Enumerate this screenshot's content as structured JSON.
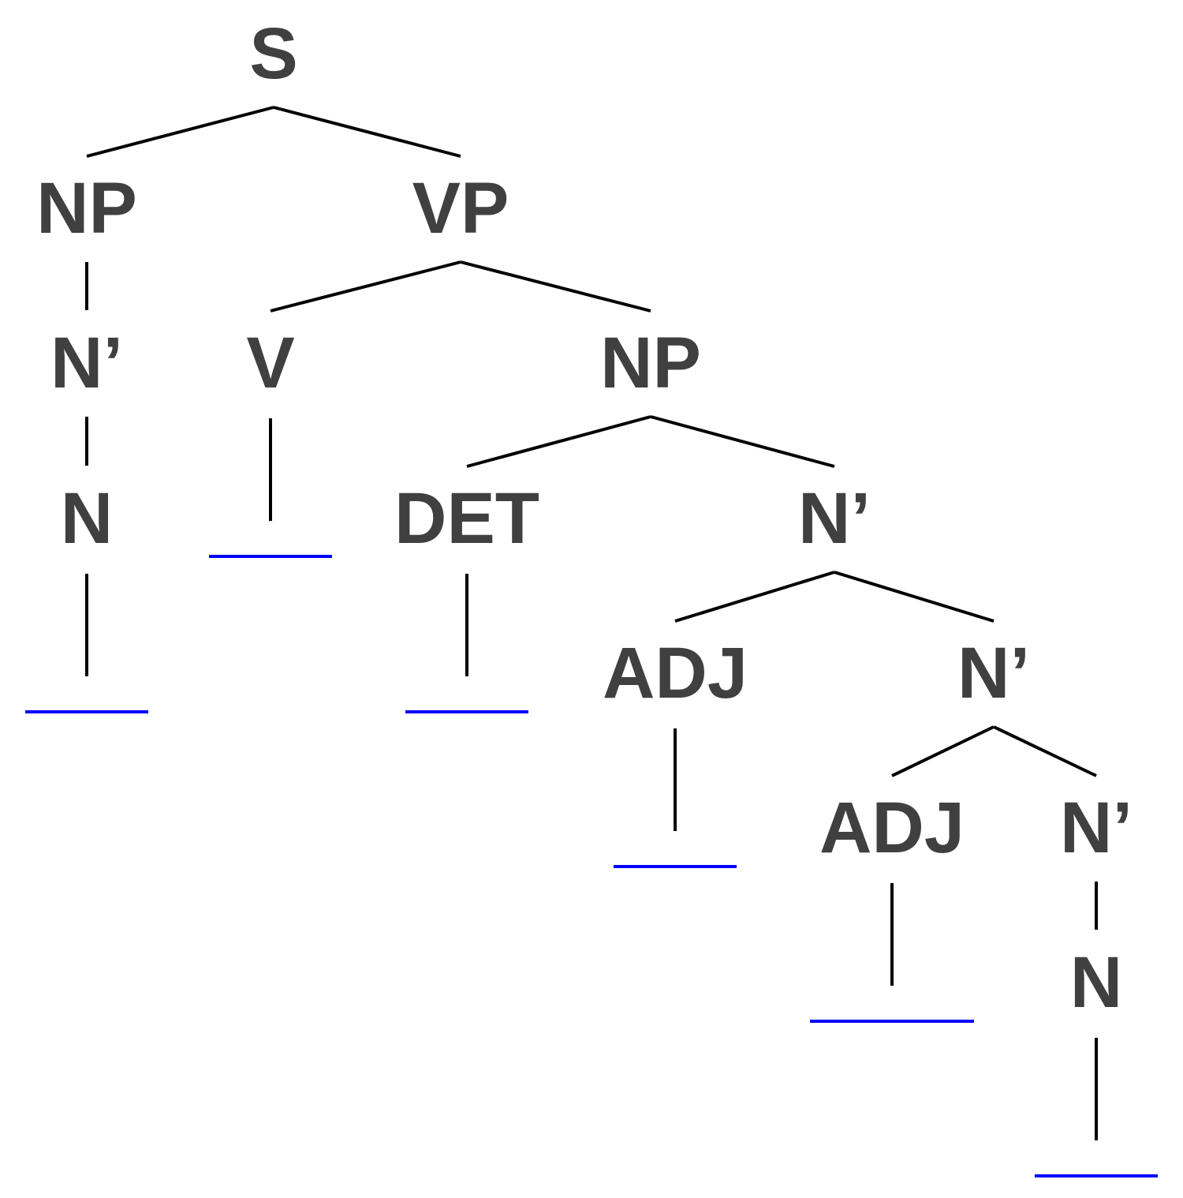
{
  "colors": {
    "label": "#404040",
    "edge": "#000000",
    "blank": "#0000ff"
  },
  "tree": {
    "nodes": [
      {
        "id": "s",
        "label": "S"
      },
      {
        "id": "np1",
        "label": "NP"
      },
      {
        "id": "vp",
        "label": "VP"
      },
      {
        "id": "nbar1",
        "label": "N’"
      },
      {
        "id": "v",
        "label": "V"
      },
      {
        "id": "np2",
        "label": "NP"
      },
      {
        "id": "n1",
        "label": "N"
      },
      {
        "id": "det",
        "label": "DET"
      },
      {
        "id": "nbar2",
        "label": "N’"
      },
      {
        "id": "adj1",
        "label": "ADJ"
      },
      {
        "id": "nbar3",
        "label": "N’"
      },
      {
        "id": "adj2",
        "label": "ADJ"
      },
      {
        "id": "nbar4",
        "label": "N’"
      },
      {
        "id": "n2",
        "label": "N"
      }
    ],
    "edges": [
      [
        "s",
        "np1"
      ],
      [
        "s",
        "vp"
      ],
      [
        "np1",
        "nbar1"
      ],
      [
        "nbar1",
        "n1"
      ],
      [
        "vp",
        "v"
      ],
      [
        "vp",
        "np2"
      ],
      [
        "np2",
        "det"
      ],
      [
        "np2",
        "nbar2"
      ],
      [
        "nbar2",
        "adj1"
      ],
      [
        "nbar2",
        "nbar3"
      ],
      [
        "nbar3",
        "adj2"
      ],
      [
        "nbar3",
        "nbar4"
      ],
      [
        "nbar4",
        "n2"
      ]
    ],
    "blanks": [
      "n1",
      "v",
      "det",
      "adj1",
      "adj2",
      "n2"
    ]
  }
}
